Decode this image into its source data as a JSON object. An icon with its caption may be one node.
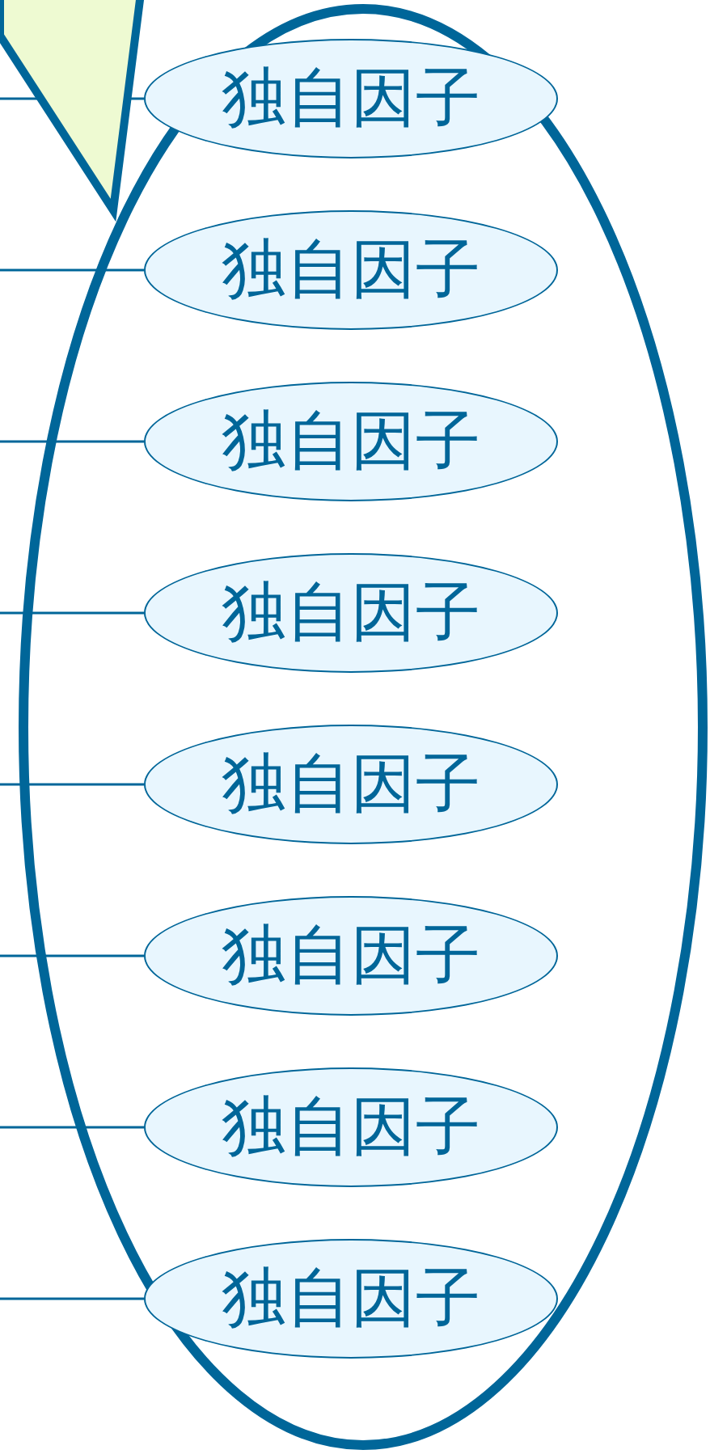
{
  "diagram": {
    "nodes": [
      {
        "text": [],
        "shape": "triangle"
      },
      {
        "text": [
          "独自因子"
        ]
      },
      {
        "text": [
          "独自因子"
        ]
      },
      {
        "text": [
          "独自因子"
        ]
      },
      {
        "text": [
          "独自因子"
        ]
      },
      {
        "text": [
          "独自因子"
        ]
      },
      {
        "text": [
          "独自因子"
        ]
      },
      {
        "text": [
          "独自因子"
        ]
      },
      {
        "text": [
          "独自因子"
        ]
      }
    ],
    "edges": [
      {
        "from": null,
        "to": 0,
        "arrow": "none"
      },
      {
        "from": 0,
        "to": 1,
        "arrow": "none"
      },
      {
        "from": null,
        "to": 2,
        "arrow": "none"
      },
      {
        "from": null,
        "to": 3,
        "arrow": "none"
      },
      {
        "from": null,
        "to": 4,
        "arrow": "none"
      },
      {
        "from": null,
        "to": 5,
        "arrow": "none"
      },
      {
        "from": null,
        "to": 6,
        "arrow": "none"
      },
      {
        "from": null,
        "to": 7,
        "arrow": "none"
      },
      {
        "from": null,
        "to": 8,
        "arrow": "none"
      }
    ]
  }
}
